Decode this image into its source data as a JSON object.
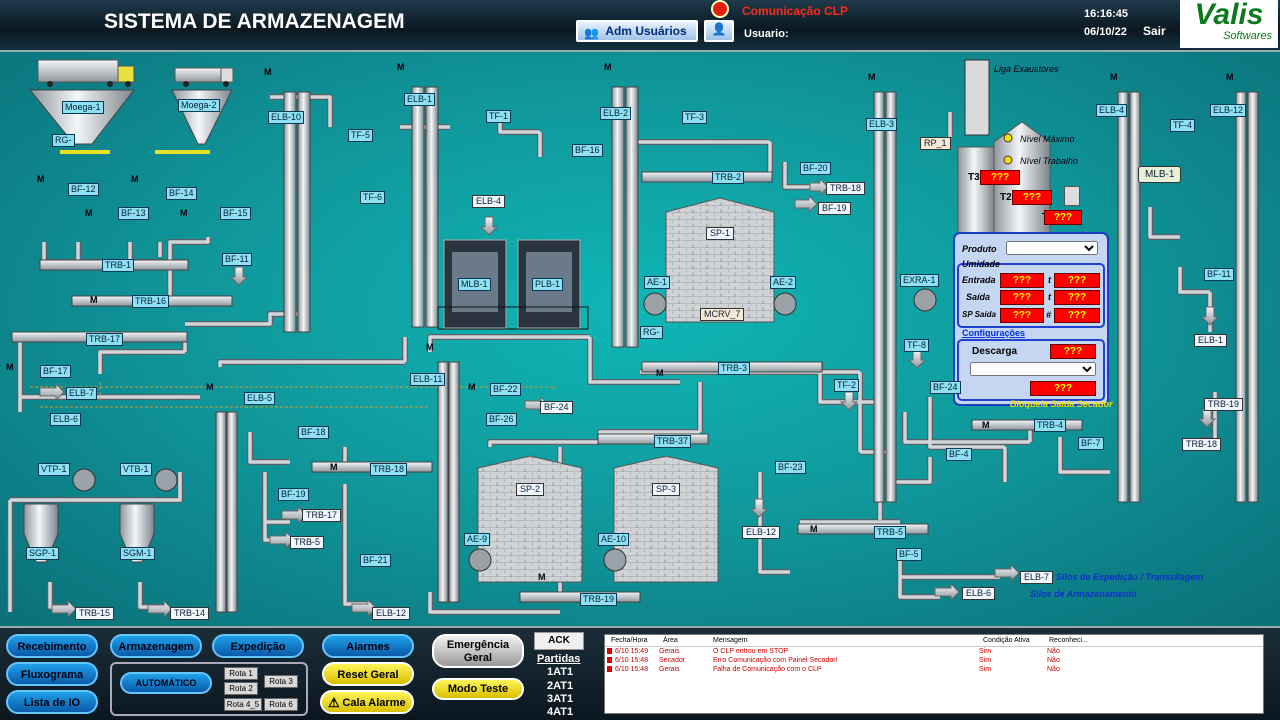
{
  "header": {
    "title": "SISTEMA DE ARMAZENAGEM",
    "adm_button": "Adm Usuários",
    "comm_status": "Comunicação CLP",
    "user_label": "Usuario:",
    "time": "16:16:45",
    "date": "06/10/22",
    "exit": "Sair",
    "logo_main": "Valis",
    "logo_sub": "Softwares"
  },
  "tags": {
    "moega1": "Moega-1",
    "moega2": "Moega-2",
    "rg1": "RG-",
    "bf12": "BF-12",
    "bf13": "BF-13",
    "bf14": "BF-14",
    "bf15": "BF-15",
    "bf11a": "BF-11",
    "trb1": "TRB-1",
    "trb16": "TRB-16",
    "trb17": "TRB-17",
    "bf17": "BF-17",
    "elb7a": "ELB-7",
    "elb6a": "ELB-6",
    "vtp1": "VTP-1",
    "vtb1": "VTB-1",
    "sgp1": "SGP-1",
    "sgm1": "SGM-1",
    "trb15": "TRB-15",
    "trb14": "TRB-14",
    "elb10": "ELB-10",
    "tf5": "TF-5",
    "tf6": "TF-6",
    "elb1": "ELB-1",
    "tf1": "TF-1",
    "bf16": "BF-16",
    "elb4a": "ELB-4",
    "mlb1a": "MLB-1",
    "plb1": "PLB-1",
    "elb5": "ELB-5",
    "bf18": "BF-18",
    "trb18a": "TRB-18",
    "bf19a": "BF-19",
    "trb17b": "TRB-17",
    "trb5a": "TRB-5",
    "bf21": "BF-21",
    "elb12a": "ELB-12",
    "elb11": "ELB-11",
    "bf22": "BF-22",
    "bf24a": "BF-24",
    "bf26": "BF-26",
    "trb37": "TRB-37",
    "sp2": "SP-2",
    "sp3": "SP-3",
    "ae9": "AE-9",
    "ae10": "AE-10",
    "trb19a": "TRB-19",
    "elb2": "ELB-2",
    "tf3": "TF-3",
    "trb2": "TRB-2",
    "bf20": "BF-20",
    "trb18b": "TRB-18",
    "bf19b": "BF-19",
    "sp1": "SP-1",
    "ae1": "AE-1",
    "ae2": "AE-2",
    "mcrv": "MCRV_7",
    "rgb": "RG-",
    "trb3": "TRB-3",
    "tf2": "TF-2",
    "bf23": "BF-23",
    "elb12b": "ELB-12",
    "elb3": "ELB-3",
    "rp1": "RP_1",
    "exra1": "EXRA-1",
    "tf8": "TF-8",
    "bf24b": "BF-24",
    "trb4": "TRB-4",
    "bf4": "BF-4",
    "bf7": "BF-7",
    "trb5b": "TRB-5",
    "bf5": "BF-5",
    "elb7b": "ELB-7",
    "elb6b": "ELB-6",
    "elb4b": "ELB-4",
    "tf4": "TF-4",
    "mlb1b": "MLB-1",
    "elb12c": "ELB-12",
    "bf11b": "BF-11",
    "elb1b": "ELB-1",
    "trb19b": "TRB-19",
    "trb18c": "TRB-18"
  },
  "labels": {
    "exaustores": "Liga Exaustores",
    "nivel_max": "Nível Máximo",
    "nivel_trab": "Nível Trabalho",
    "t1": "T1",
    "t2": "T2",
    "t3": "T3",
    "bloqueia": "Bloqueia Saída Secador",
    "silos_exp": "Silos de Expedição / Transsilagem",
    "silos_arm": "Silos de Armazenamento",
    "motor": "M"
  },
  "dryer": {
    "produto": "Produto",
    "umidade": "Umidade",
    "entrada": "Entrada",
    "saida": "Saída",
    "sp_saida": "SP Saída",
    "config": "Configurações",
    "descarga": "Descarga",
    "unk": "???",
    "t_sym": "t",
    "hash": "#"
  },
  "footer": {
    "recebimento": "Recebimento",
    "armazenagem": "Armazenagem",
    "expedicao": "Expedição",
    "alarmes": "Alarmes",
    "emergencia1": "Emergência",
    "emergencia2": "Geral",
    "fluxograma": "Fluxograma",
    "automatico": "AUTOMÁTICO",
    "reset": "Reset Geral",
    "lista_io": "Lista de IO",
    "cala": "Cala Alarme",
    "modo_teste": "Modo Teste",
    "ack": "ACK",
    "partidas": "Partidas",
    "rota1": "Rota 1",
    "rota2": "Rota 2",
    "rota3": "Rota 3",
    "rota45": "Rota 4_5",
    "rota6": "Rota 6",
    "p1": "1AT1",
    "p2": "2AT1",
    "p3": "3AT1",
    "p4": "4AT1"
  },
  "alarm_table": {
    "headers": [
      "Fecha/Hora",
      "Área",
      "Mensagem",
      "Condição Ativa",
      "Reconheci..."
    ],
    "rows": [
      [
        "6/10 15:49",
        "Gerais",
        "O CLP entrou em STOP",
        "Sim",
        "Não"
      ],
      [
        "6/10 15:48",
        "Secador",
        "Erro Comunicação com Painel Secador!",
        "Sim",
        "Não"
      ],
      [
        "6/10 15:48",
        "Gerais",
        "Falha de Comunicação com o CLP",
        "Sim",
        "Não"
      ]
    ]
  },
  "colors": {
    "pipe": "#c9ced3",
    "pipe_edge": "#52595e",
    "alarm": "#ff0000",
    "bg": "#10a0a4"
  }
}
